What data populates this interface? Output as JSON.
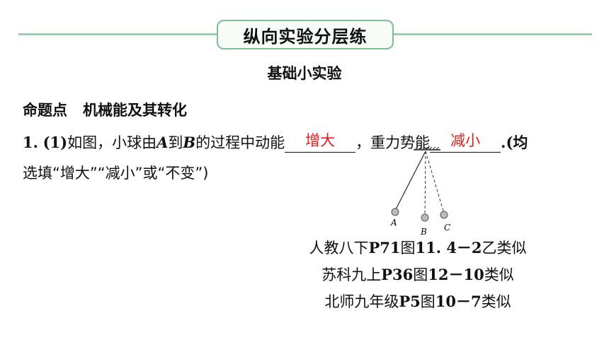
{
  "header": {
    "title": "纵向实验分层练",
    "subtitle": "基础小实验"
  },
  "section": {
    "label": "命题点",
    "topic": "机械能及其转化"
  },
  "question": {
    "number": "1.",
    "part": "(1)",
    "text_a": "如图，小球由",
    "point_a": "A",
    "text_b": "到",
    "point_b": "B",
    "text_c": "的过程中动能",
    "answer1": "增大",
    "text_d": "，重力势能",
    "answer2": "减小",
    "text_e": ".(均",
    "line2": "选填“增大”“减小”或“不变”)"
  },
  "diagram": {
    "labels": [
      "A",
      "B",
      "C"
    ]
  },
  "references": [
    {
      "pre": "人教八下",
      "code": "P71",
      "mid": "图",
      "num": "11. 4－2",
      "post": "乙类似"
    },
    {
      "pre": "苏科九上",
      "code": "P36",
      "mid": "图",
      "num": "12－10",
      "post": "类似"
    },
    {
      "pre": "北师九年级",
      "code": "P5",
      "mid": "图",
      "num": "10－7",
      "post": "类似"
    }
  ],
  "colors": {
    "accent_green": "#7fbf93",
    "answer_red": "#e31d1d"
  }
}
